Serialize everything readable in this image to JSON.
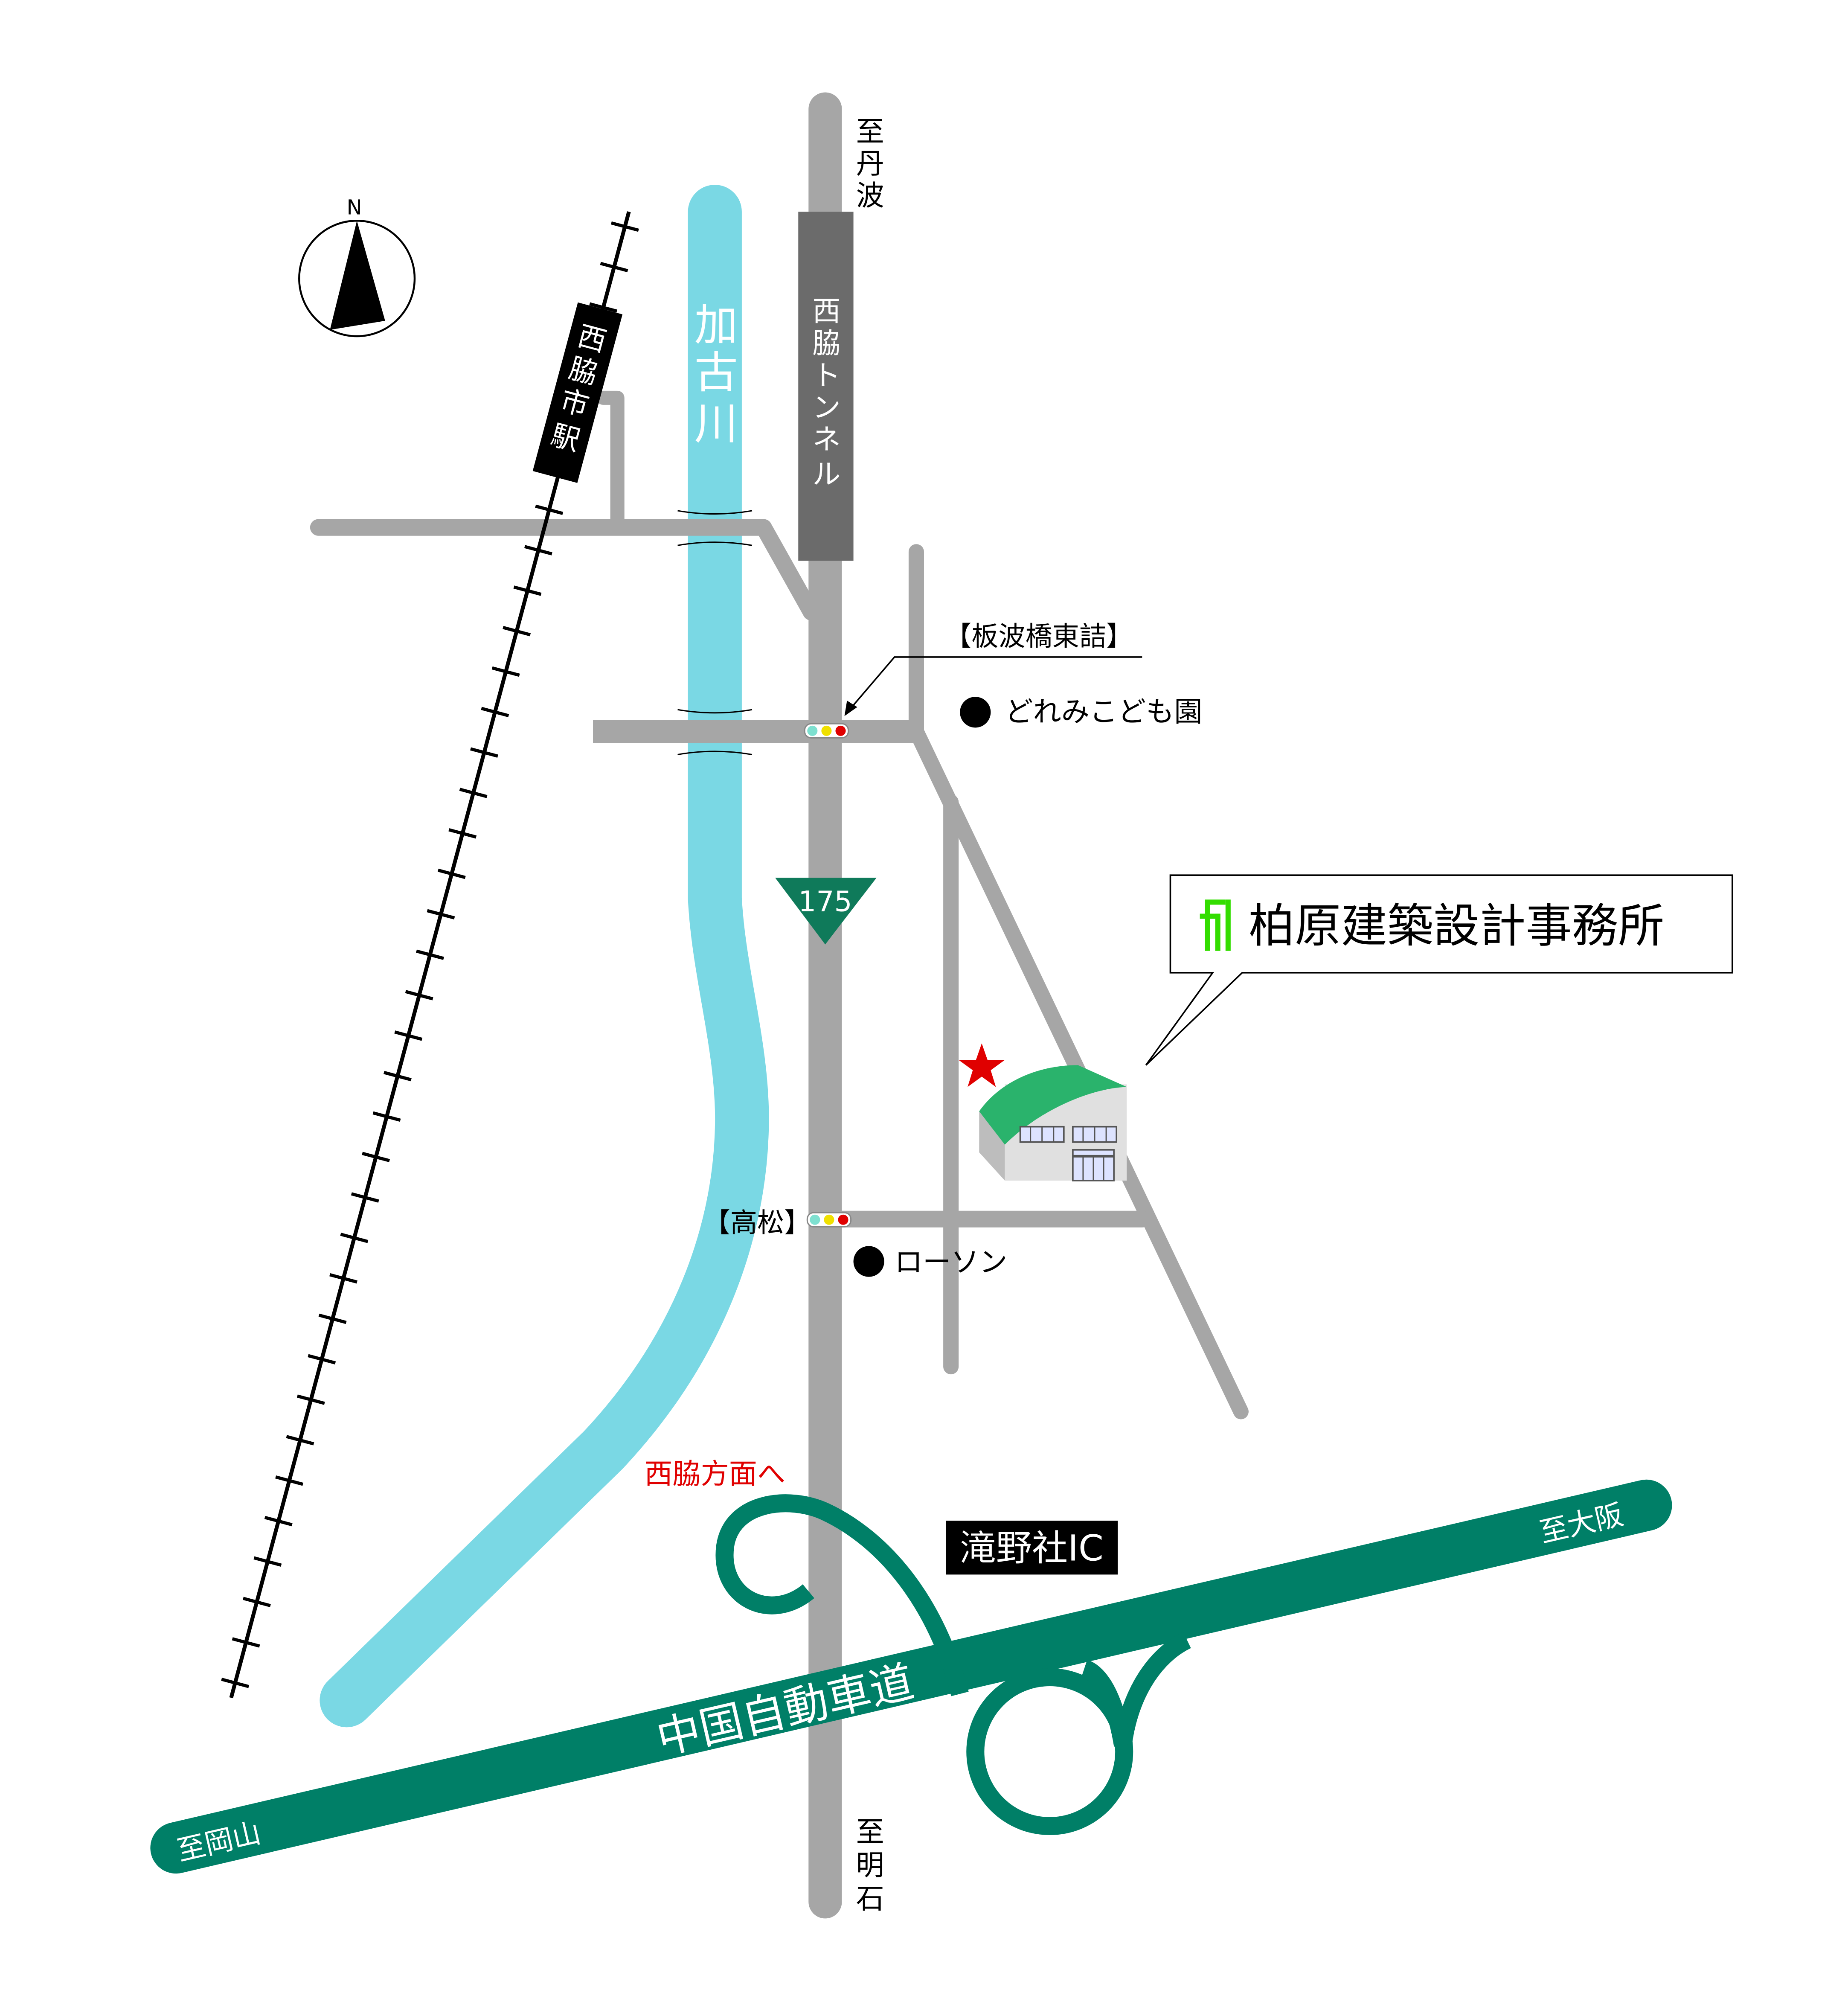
{
  "colors": {
    "road": "#a6a6a6",
    "tunnel": "#6b6b6b",
    "river": "#7ad8e4",
    "expressway": "#007f67",
    "route_sign": "#0f7a5a",
    "accent_red": "#e00000",
    "logo_green": "#33dd00",
    "roof": "#2ab36c"
  },
  "compass": {
    "label": "N"
  },
  "labels": {
    "to_tanba": [
      "至",
      "丹",
      "波"
    ],
    "to_akashi": [
      "至",
      "明",
      "石"
    ],
    "tunnel": [
      "西",
      "脇",
      "ト",
      "ン",
      "ネ",
      "ル"
    ],
    "river": [
      "加",
      "古",
      "川"
    ],
    "station": [
      "西",
      "脇",
      "市",
      "駅"
    ],
    "intersection_itanami": "【板波橋東詰】",
    "kindergarten": "どれみこども園",
    "route_number": "175",
    "office": "柏原建築設計事務所",
    "intersection_takamatsu": "【高松】",
    "lawson": "ローソン",
    "nishiwaki_direction": "西脇方面へ",
    "interchange": "滝野社IC",
    "expressway": "中国自動車道",
    "to_okayama": "至岡山",
    "to_osaka": "至大阪"
  },
  "icons": {
    "traffic_light": "traffic-light-icon",
    "destination": "red-star-icon",
    "logo": "kashihara-logo-icon"
  }
}
